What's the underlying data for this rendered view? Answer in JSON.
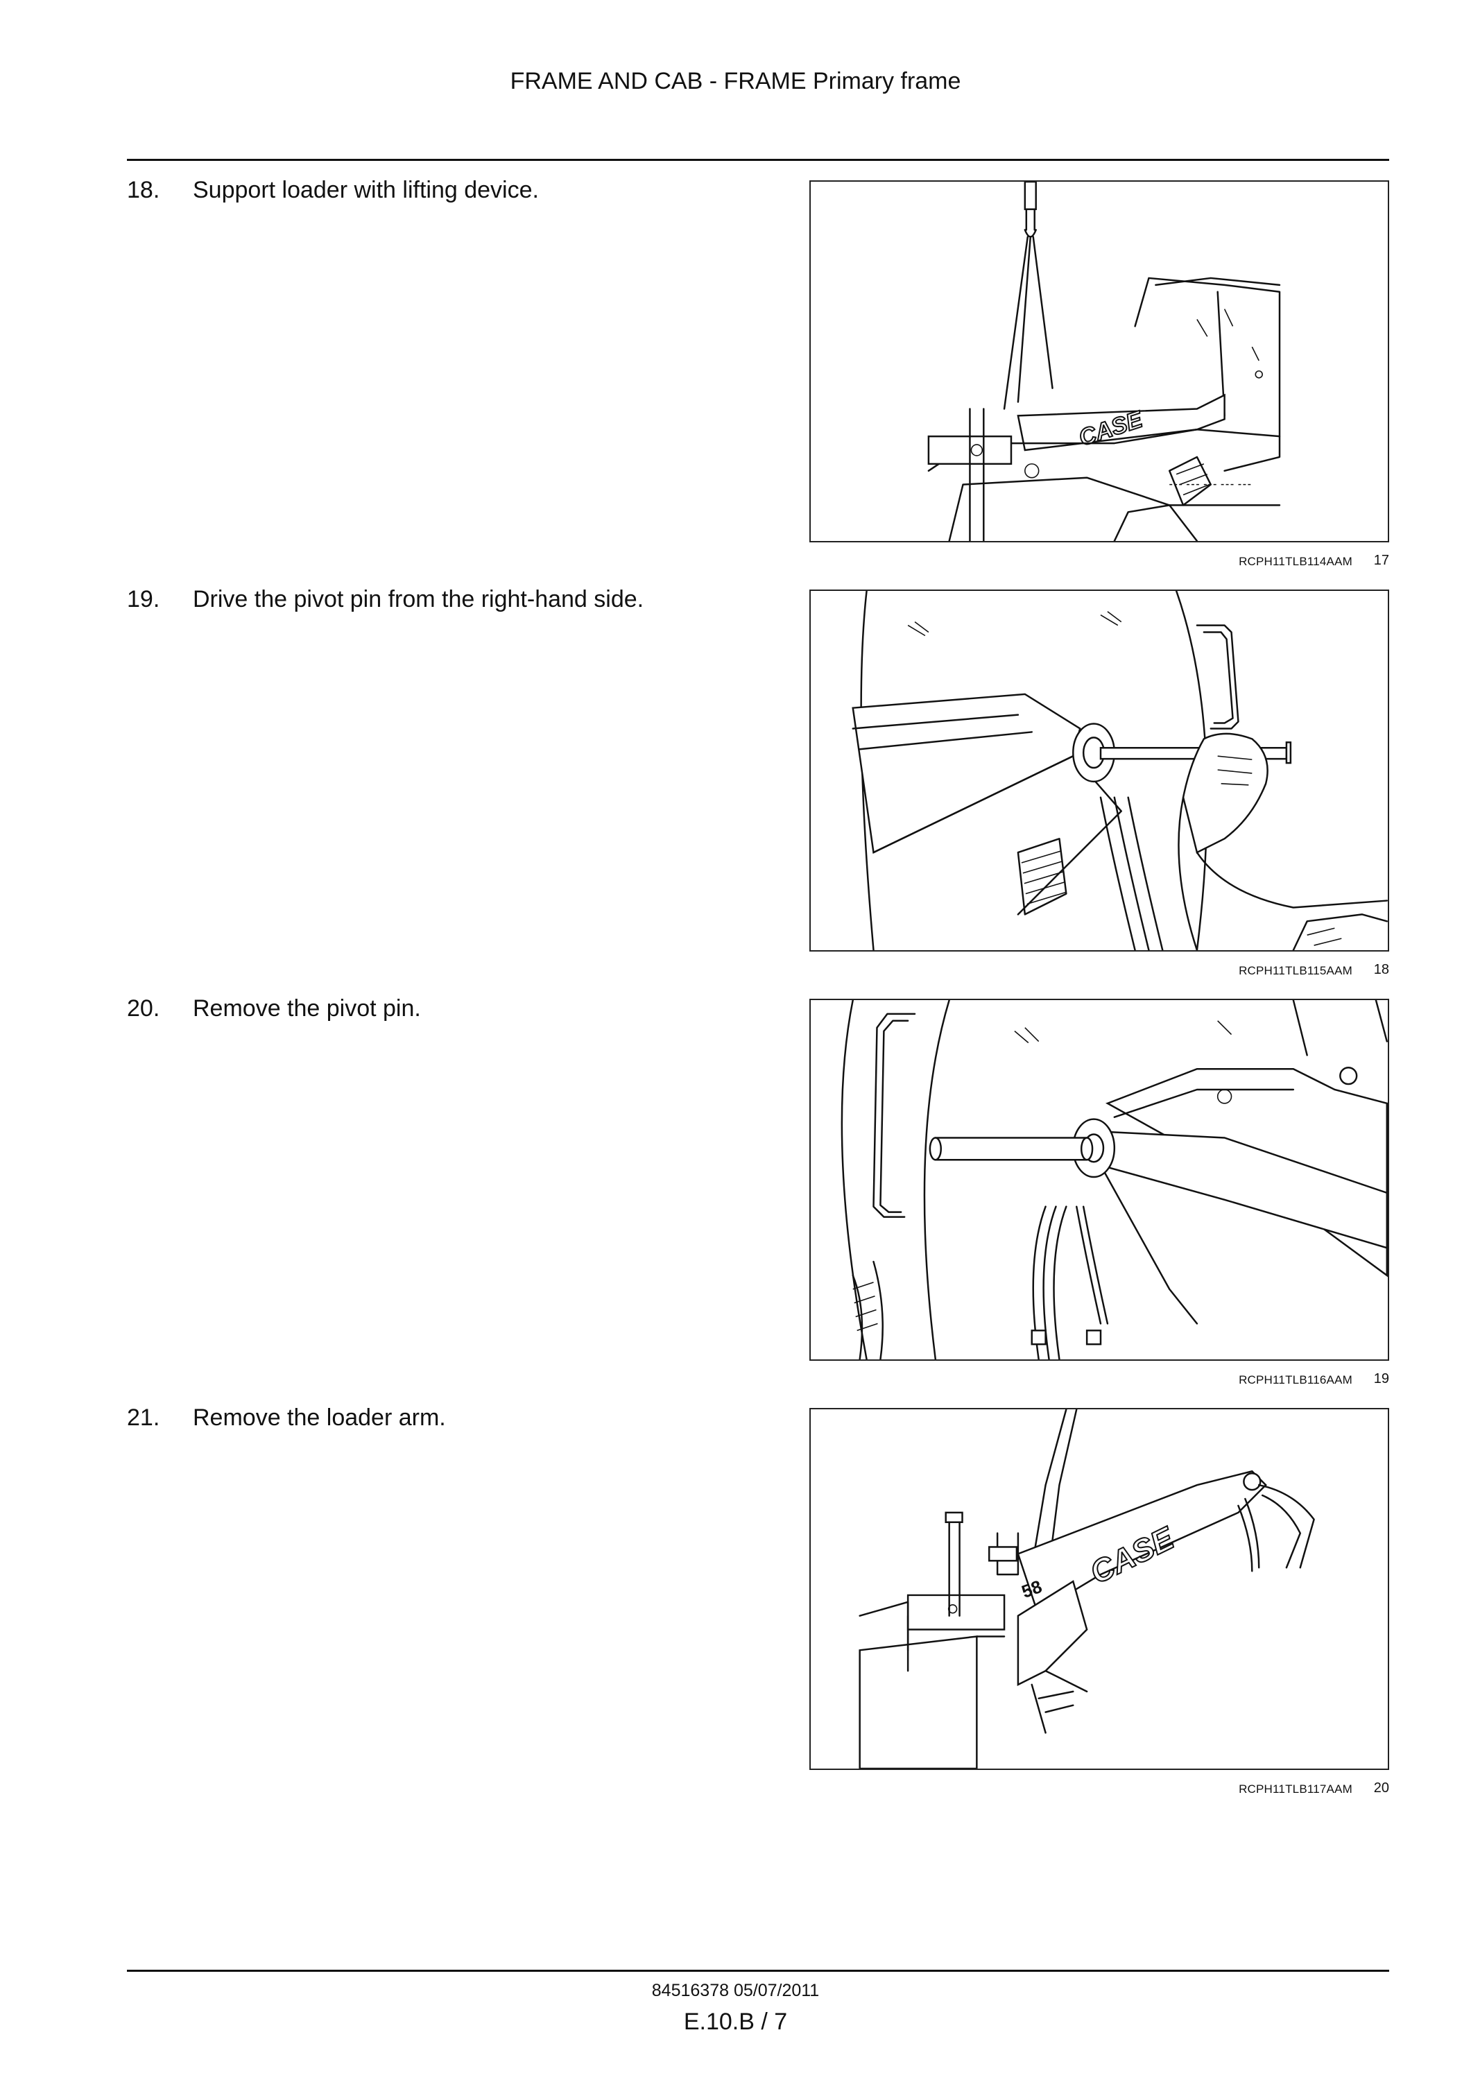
{
  "header": {
    "title": "FRAME AND CAB - FRAME Primary frame"
  },
  "steps": [
    {
      "number": "18.",
      "text": "Support loader with lifting device.",
      "figure_code": "RCPH11TLB114AAM",
      "figure_number": "17"
    },
    {
      "number": "19.",
      "text": "Drive the pivot pin from the right-hand side.",
      "figure_code": "RCPH11TLB115AAM",
      "figure_number": "18"
    },
    {
      "number": "20.",
      "text": "Remove the pivot pin.",
      "figure_code": "RCPH11TLB116AAM",
      "figure_number": "19"
    },
    {
      "number": "21.",
      "text": "Remove the loader arm.",
      "figure_code": "RCPH11TLB117AAM",
      "figure_number": "20"
    }
  ],
  "logos": {
    "brand": "CASE",
    "model_badge": "58"
  },
  "footer": {
    "doc_ref": "84516378 05/07/2011",
    "page": "E.10.B / 7"
  }
}
